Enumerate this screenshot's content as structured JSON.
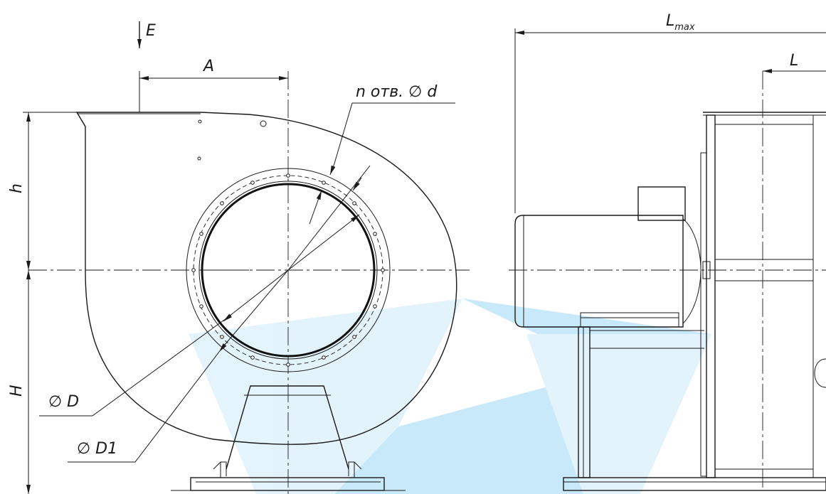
{
  "labels": {
    "E": "E",
    "A": "A",
    "holes": "n отв. ∅ d",
    "h": "h",
    "H": "H",
    "D": "∅ D",
    "D1": "∅ D1",
    "Lmax_main": "L",
    "Lmax_sub": "max",
    "L": "L"
  },
  "colors": {
    "line": "#1a1a1a",
    "watermark": "#bfe6f8",
    "watermark_light": "#dff2fb"
  }
}
